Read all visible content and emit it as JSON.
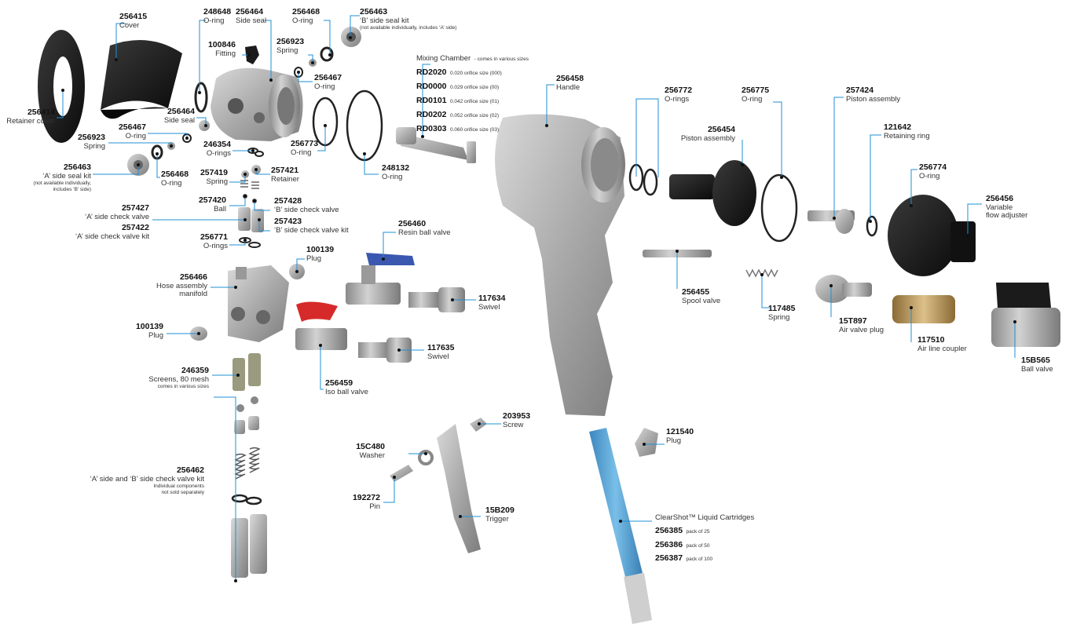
{
  "colors": {
    "leader": "#1f8fd6",
    "metal": "#b4b4b4",
    "black_part": "#1b1b1b",
    "blue_handle": "#3b58b0",
    "red_handle": "#d62a2a",
    "cartridge": "#5aa9d8",
    "brass": "#c9a46a"
  },
  "parts": {
    "p256414": {
      "number": "256414",
      "name": "Retainer cover"
    },
    "p256415": {
      "number": "256415",
      "name": "Cover"
    },
    "p248648": {
      "number": "248648",
      "name": "O-ring"
    },
    "p256464a": {
      "number": "256464",
      "name": "Side seal"
    },
    "p256468a": {
      "number": "256468",
      "name": "O-ring"
    },
    "p256463": {
      "number": "256463",
      "name": "‘B’ side seal kit",
      "note": "(not available individually, includes ‘A’ side)"
    },
    "p100846": {
      "number": "100846",
      "name": "Fitting"
    },
    "p256923a": {
      "number": "256923",
      "name": "Spring"
    },
    "p256467a": {
      "number": "256467",
      "name": "O-ring"
    },
    "p256464b": {
      "number": "256464",
      "name": "Side seal"
    },
    "p256467b": {
      "number": "256467",
      "name": "O-ring"
    },
    "p256923b": {
      "number": "256923",
      "name": "Spring"
    },
    "p256463a": {
      "number": "256463",
      "name": "‘A’ side seal kit",
      "note1": "(not available individually,",
      "note2": "includes ‘B’ side)"
    },
    "p256468b": {
      "number": "256468",
      "name": "O-ring"
    },
    "p246354": {
      "number": "246354",
      "name": "O-rings"
    },
    "p257419": {
      "number": "257419",
      "name": "Spring"
    },
    "p257421": {
      "number": "257421",
      "name": "Retainer"
    },
    "p256773": {
      "number": "256773",
      "name": "O-ring"
    },
    "p248132": {
      "number": "248132",
      "name": "O-ring"
    },
    "p257420": {
      "number": "257420",
      "name": "Ball"
    },
    "p257428": {
      "number": "257428",
      "name": "‘B’ side check valve"
    },
    "p257427": {
      "number": "257427",
      "name": "‘A’ side check valve"
    },
    "p257423": {
      "number": "257423",
      "name": "‘B’ side check valve kit"
    },
    "p257422": {
      "number": "257422",
      "name": "‘A’ side check valve kit"
    },
    "p256771": {
      "number": "256771",
      "name": "O-rings"
    },
    "p100139a": {
      "number": "100139",
      "name": "Plug"
    },
    "p256466": {
      "number": "256466",
      "name1": "Hose assembly",
      "name2": "manifold"
    },
    "p100139b": {
      "number": "100139",
      "name": "Plug"
    },
    "p246359": {
      "number": "246359",
      "name": "Screens, 80 mesh",
      "note": "comes in various sizes"
    },
    "p256462": {
      "number": "256462",
      "name": "‘A’ side and ‘B’ side check valve kit",
      "note1": "Individual components",
      "note2": "not sold separately"
    },
    "p256460": {
      "number": "256460",
      "name": "Resin ball valve"
    },
    "p117634": {
      "number": "117634",
      "name": "Swivel"
    },
    "p117635": {
      "number": "117635",
      "name": "Swivel"
    },
    "p256459": {
      "number": "256459",
      "name": "Iso ball valve"
    },
    "mixing": {
      "title": "Mixing Chamber",
      "title_note": "- comes in various sizes",
      "sizes": [
        {
          "number": "RD2020",
          "desc": "0.020 orifice size (000)"
        },
        {
          "number": "RD0000",
          "desc": "0.029 orifice size (00)"
        },
        {
          "number": "RD0101",
          "desc": "0.042 orifice size (01)"
        },
        {
          "number": "RD0202",
          "desc": "0.052 orifice size (02)"
        },
        {
          "number": "RD0303",
          "desc": "0.060 orifice size (03)"
        }
      ]
    },
    "p256458": {
      "number": "256458",
      "name": "Handle"
    },
    "p203953": {
      "number": "203953",
      "name": "Screw"
    },
    "p15C480": {
      "number": "15C480",
      "name": "Washer"
    },
    "p192272": {
      "number": "192272",
      "name": "Pin"
    },
    "p15B209": {
      "number": "15B209",
      "name": "Trigger"
    },
    "p121540": {
      "number": "121540",
      "name": "Plug"
    },
    "cartridges": {
      "title": "ClearShot™ Liquid Cartridges",
      "packs": [
        {
          "number": "256385",
          "desc": "pack of 25"
        },
        {
          "number": "256386",
          "desc": "pack of 50"
        },
        {
          "number": "256387",
          "desc": "pack of 100"
        }
      ]
    },
    "p256772": {
      "number": "256772",
      "name": "O-rings"
    },
    "p256454": {
      "number": "256454",
      "name": "Piston assembly"
    },
    "p256775": {
      "number": "256775",
      "name": "O-ring"
    },
    "p257424": {
      "number": "257424",
      "name": "Piston assembly"
    },
    "p121642": {
      "number": "121642",
      "name": "Retaining ring"
    },
    "p256774": {
      "number": "256774",
      "name": "O-ring"
    },
    "p256456": {
      "number": "256456",
      "name1": "Variable",
      "name2": "flow adjuster"
    },
    "p256455": {
      "number": "256455",
      "name": "Spool valve"
    },
    "p117485": {
      "number": "117485",
      "name": "Spring"
    },
    "p15T897": {
      "number": "15T897",
      "name": "Air valve plug"
    },
    "p117510": {
      "number": "117510",
      "name": "Air line coupler"
    },
    "p15B565": {
      "number": "15B565",
      "name": "Ball valve"
    }
  }
}
